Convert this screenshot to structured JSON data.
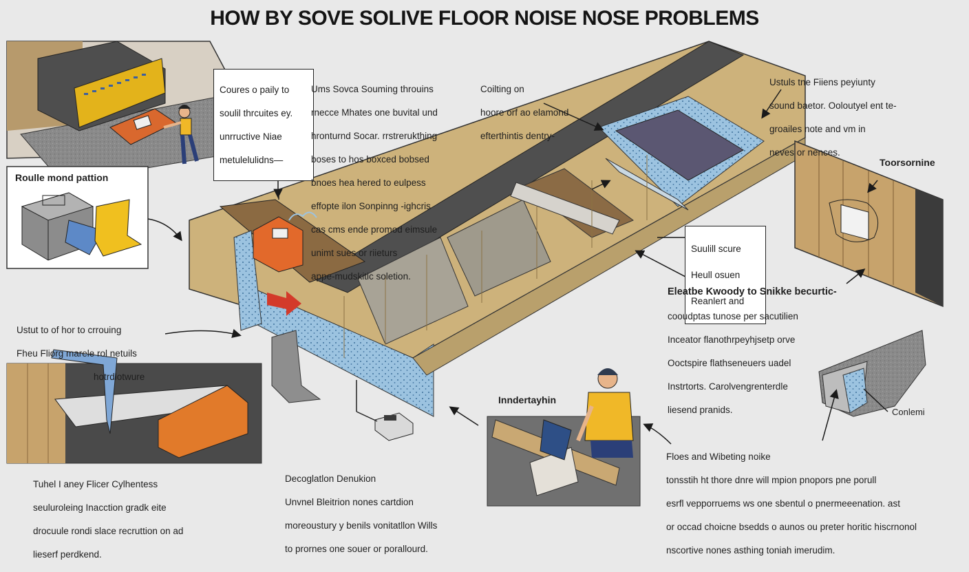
{
  "title": "HOW BY SOVE SOLIVE FLOOR NOISE NOSE PROBLEMS",
  "callout_top_left": [
    "Coures o paily to",
    "soulil thrcuites ey.",
    "unrructive Niae",
    "metulelulidns—"
  ],
  "box_left_label": "Roulle mond pattion",
  "text_center_top": [
    "Ums Sovca Souming throuins",
    "rnecce Mhates one buvital und",
    "hronturnd Socar. rrstrerukthing",
    "boses to hos boxced bobsed",
    "bnoes hea hered to eulpess",
    "effopte ilon Sonpinng -ighcris",
    "cas cms ende promod eimsule",
    "unimt sues or riieturs",
    "appe-mudskitic soletion."
  ],
  "text_coiling": [
    "Coilting on",
    "hoore orf ao elamond",
    "efterthintis dentry-"
  ],
  "text_top_right": [
    "Ustuls tne Fiiens peyiunty",
    "sound baetor. Ooloutyel ent te-",
    "groailes note and vm in",
    "neves or nences."
  ],
  "label_toorsornine": "Toorsornine",
  "callout_sound": [
    "Suulill scure",
    "Heull osuen",
    "Reanlert and"
  ],
  "text_right_mid_head": "Eleatbe Kwoody to  Snikke becurtic-",
  "text_right_mid": [
    "cooudptas tunose per sacutilien",
    "Inceator flanothrpeyhjsetp orve",
    "Ooctspire flathseneuers uadel",
    "Instrtorts. Carolvengrenterdle",
    "liesend pranids."
  ],
  "text_left_mid": [
    "Ustut to of hor to crrouing",
    "Fheu Fliorg marele rol netuils",
    "hotrdlotwure"
  ],
  "label_indertayhin": "Inndertayhin",
  "label_conlemi": "Conlemi",
  "text_bottom_left": [
    "Tuhel I aney Flicer Cylhentess",
    "seuluroleing Inacction gradk eite",
    "drocuule rondi slace recruttion on ad",
    "lieserf perdkend."
  ],
  "text_bottom_center": [
    "Decoglatlon Denukion",
    "Unvnel Bleitrion nones cartdion",
    "moreoustury y benils vonitatllon Wills",
    "to prornes one souer or porallourd."
  ],
  "text_bottom_right": [
    "Floes and Wibeting noike",
    "tonsstih ht thore dnre will mpion pnopors pne porull",
    "esrfl vepporruems ws one sbentul o pnermeeenation. ast",
    "or occad choicne bsedds o aunos ou preter horitic hiscrnonol",
    "nscortive nones asthing toniah imerudim."
  ],
  "colors": {
    "background": "#e9e9e9",
    "wood": "#c9ae77",
    "wood_dark": "#8a6a3e",
    "insulation_blue": "#8fb8d8",
    "roof_gray": "#5a5a5a",
    "accent_orange": "#e2692b",
    "accent_yellow": "#f1c232",
    "arrow_red": "#d33a2a"
  }
}
